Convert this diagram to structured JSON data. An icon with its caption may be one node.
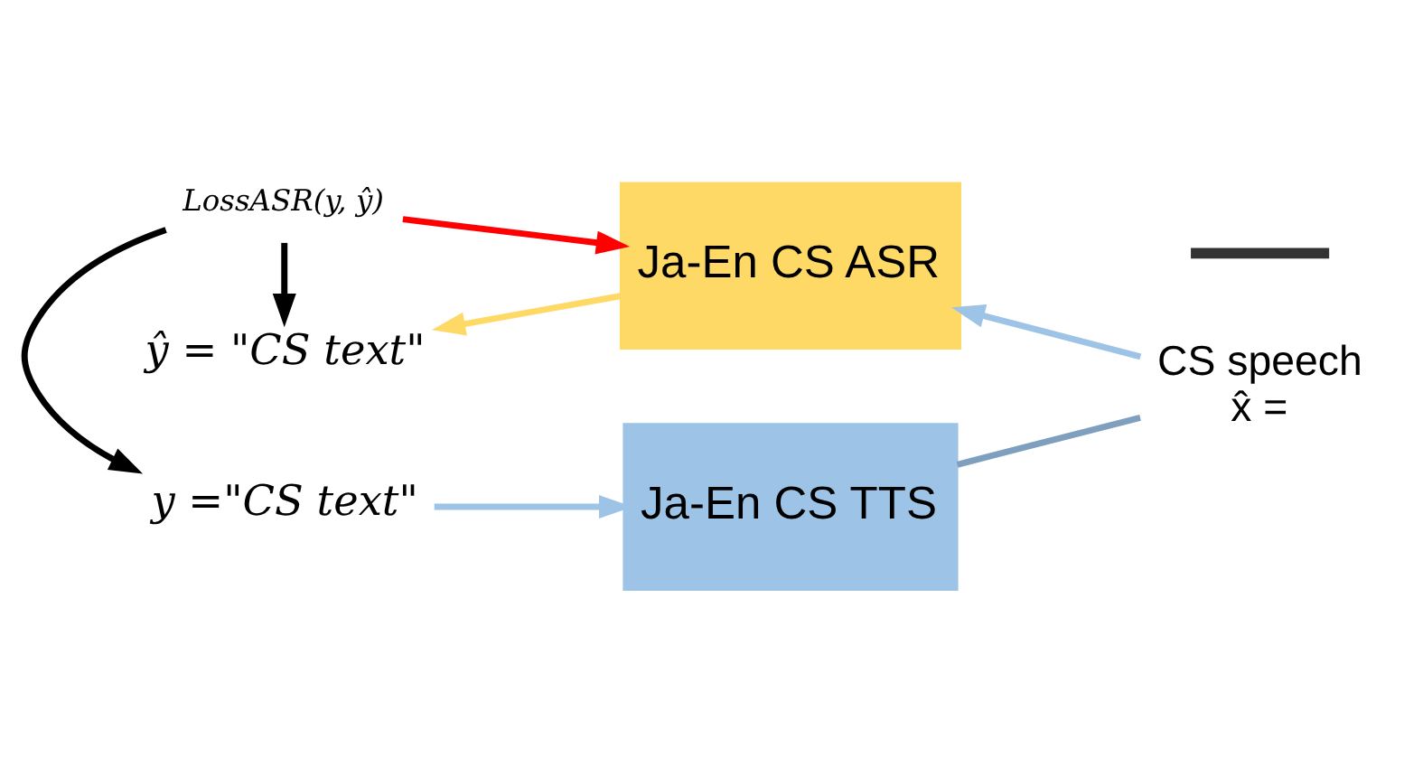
{
  "diagram": {
    "nodes": [
      {
        "text": [
          "y =\"CS text\""
        ]
      },
      {
        "text": [
          "Ja-En CS TTS"
        ]
      },
      {
        "text": [
          "LossASR(y, ŷ)"
        ]
      },
      {
        "text": [
          "CS speech",
          "x̂ ="
        ]
      },
      {
        "text": [],
        "shape": "bar"
      },
      {
        "text": [
          "Ja-En CS ASR"
        ]
      },
      {
        "text": [
          "ŷ = \"CS text\""
        ]
      }
    ],
    "edges": [
      {
        "from": 0,
        "to": 1,
        "arrow": "to",
        "color": "#9dc3e6"
      },
      {
        "from": 1,
        "to": 3,
        "arrow": "none",
        "color": "#7f9fbf"
      },
      {
        "from": 3,
        "to": 5,
        "arrow": "to",
        "color": "#9dc3e6"
      },
      {
        "from": 2,
        "to": 0,
        "arrow": "to",
        "color": "#000000"
      },
      {
        "from": 2,
        "to": 6,
        "arrow": "to",
        "color": "#000000"
      },
      {
        "from": 2,
        "to": 5,
        "arrow": "to",
        "color": "#ff0000"
      },
      {
        "from": 5,
        "to": 6,
        "arrow": "to",
        "color": "#ffd966"
      }
    ]
  }
}
